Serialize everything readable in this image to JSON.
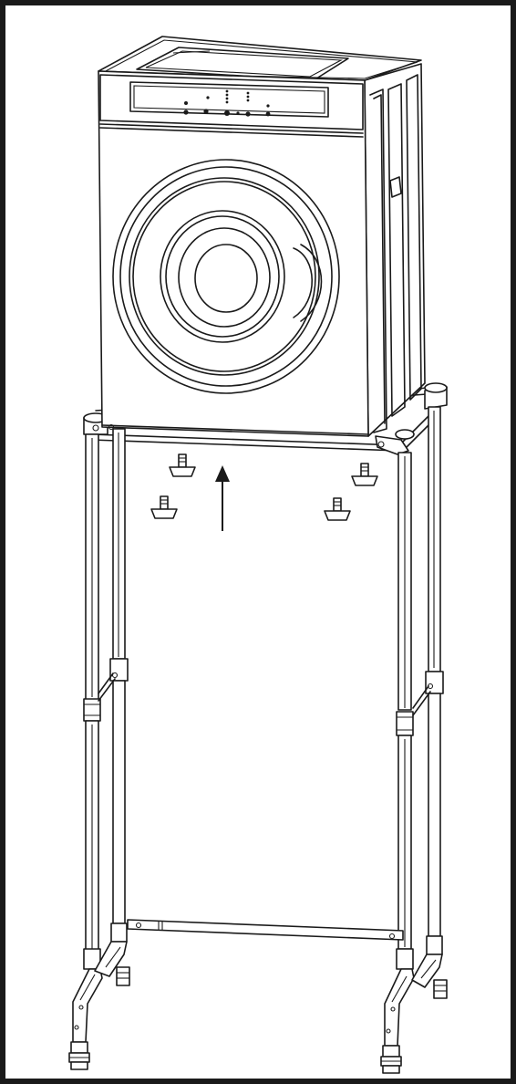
{
  "figure": {
    "type": "assembly-illustration",
    "subject": "front-load-washer-on-stand",
    "step_direction": "up",
    "feet_count": 4,
    "colors": {
      "line": "#1a1a1a",
      "background": "#ffffff",
      "frame_border": "#1a1a1a"
    }
  }
}
